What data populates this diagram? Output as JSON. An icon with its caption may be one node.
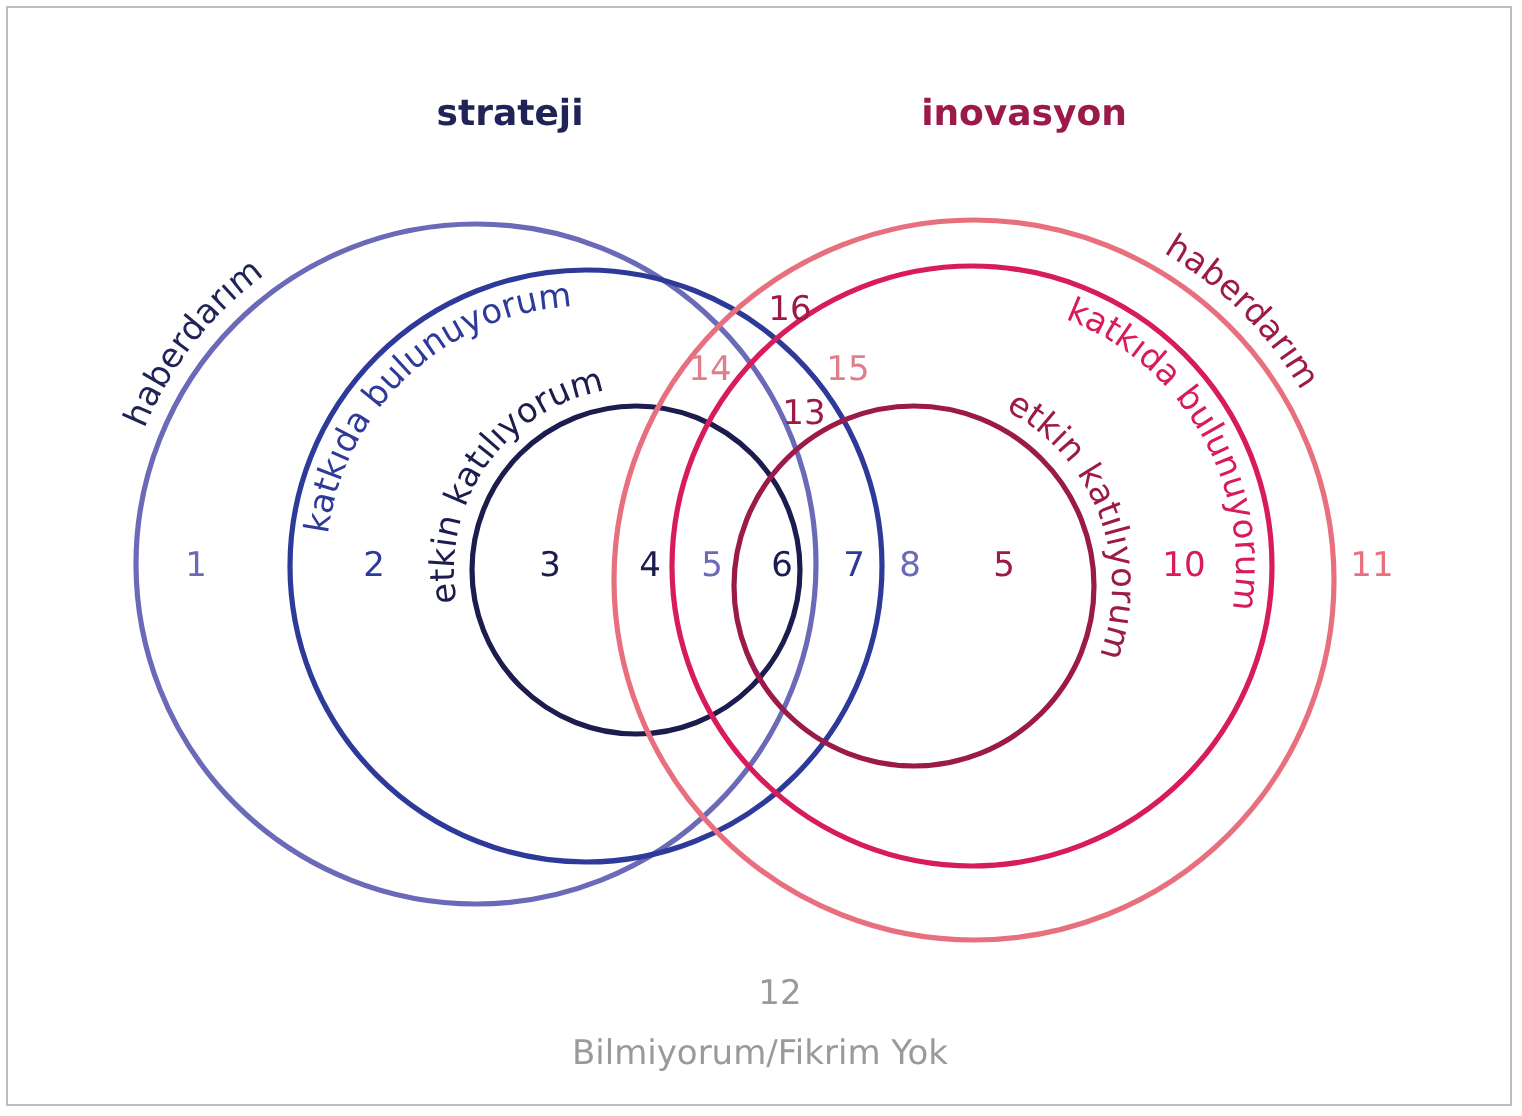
{
  "diagram": {
    "nodes": [
      {
        "text": [
          "strateji",
          "haberdarım"
        ]
      },
      {
        "text": [
          "katkıda bulunuyorum"
        ]
      },
      {
        "text": [
          "etkin katılıyorum"
        ],
        "in": 1
      },
      {
        "text": [
          "inovasyon",
          "haberdarım"
        ]
      },
      {
        "text": [
          "katkıda bulunuyorum"
        ],
        "in": 3
      },
      {
        "text": [
          "etkin katılıyorum"
        ],
        "in": 4
      }
    ],
    "labels": [
      "16",
      "14",
      "15",
      "13",
      "1",
      "2",
      "3",
      "4",
      "5",
      "6",
      "7",
      "8",
      "5",
      "10",
      "11",
      "12",
      "Bilmiyorum/Fikrim Yok"
    ]
  }
}
